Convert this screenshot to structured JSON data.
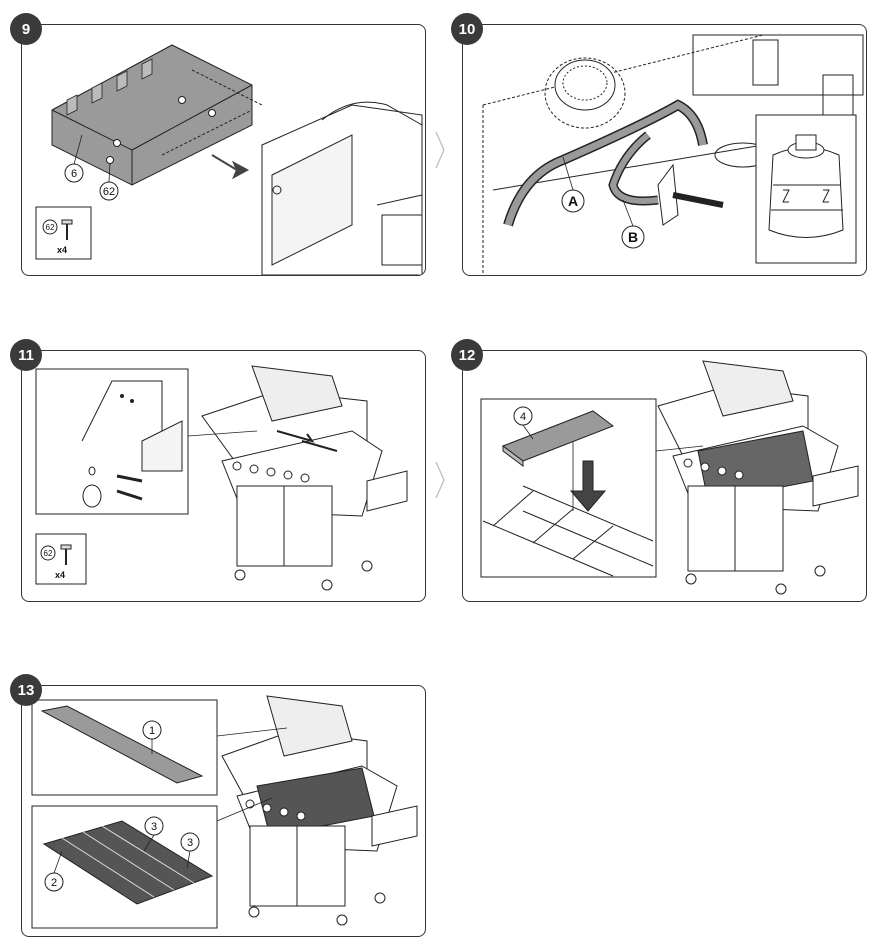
{
  "steps": [
    {
      "number": "9",
      "labels": {
        "part_a": "6",
        "part_b": "62",
        "screw_id": "62",
        "qty": "x4"
      }
    },
    {
      "number": "10",
      "labels": {
        "hose_a": "A",
        "hose_b": "B"
      }
    },
    {
      "number": "11",
      "labels": {
        "screw_id": "62",
        "qty": "x4"
      }
    },
    {
      "number": "12",
      "labels": {
        "part": "4"
      }
    },
    {
      "number": "13",
      "labels": {
        "part1": "1",
        "part2": "2",
        "part3a": "3",
        "part3b": "3"
      }
    }
  ],
  "colors": {
    "line": "#222222",
    "badge": "#3a3a3a",
    "shade": "#9a9a9a",
    "arrow": "#444444"
  }
}
